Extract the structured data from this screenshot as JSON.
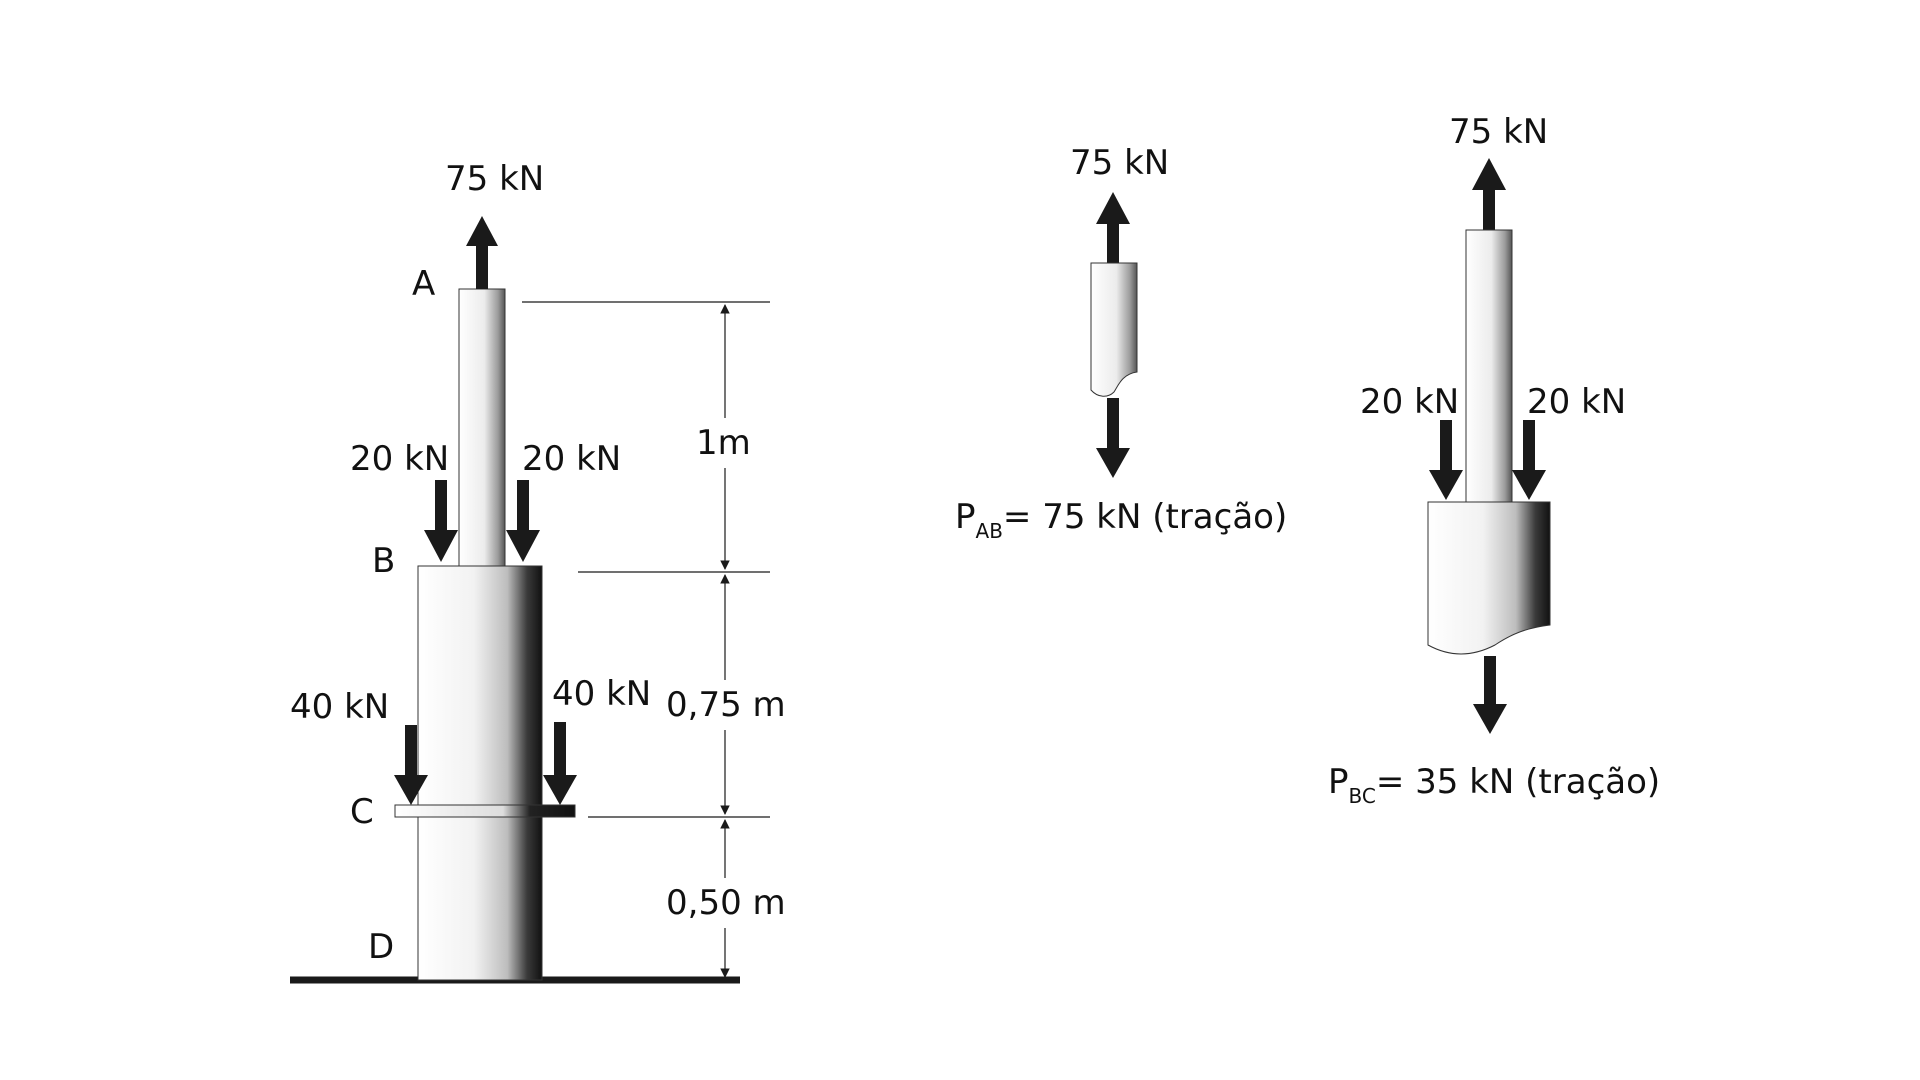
{
  "main_figure": {
    "point_a": "A",
    "point_b": "B",
    "point_c": "C",
    "point_d": "D",
    "top_force": "75 kN",
    "b_force_left": "20 kN",
    "b_force_right": "20 kN",
    "c_force_left": "40 kN",
    "c_force_right": "40 kN",
    "length_ab": "1m",
    "length_bc": "0,75 m",
    "length_cd": "0,50 m"
  },
  "fbd_ab": {
    "top_force": "75 kN",
    "result_symbol": "P",
    "result_subscript": "AB",
    "result_text": "= 75 kN (tração)"
  },
  "fbd_bc": {
    "top_force": "75 kN",
    "force_left": "20 kN",
    "force_right": "20 kN",
    "result_symbol": "P",
    "result_subscript": "BC",
    "result_text": "= 35 kN (tração)"
  },
  "colors": {
    "ink": "#1a1a1a",
    "rod_highlight": "#f7f7f7",
    "rod_shadow": "#111111"
  }
}
